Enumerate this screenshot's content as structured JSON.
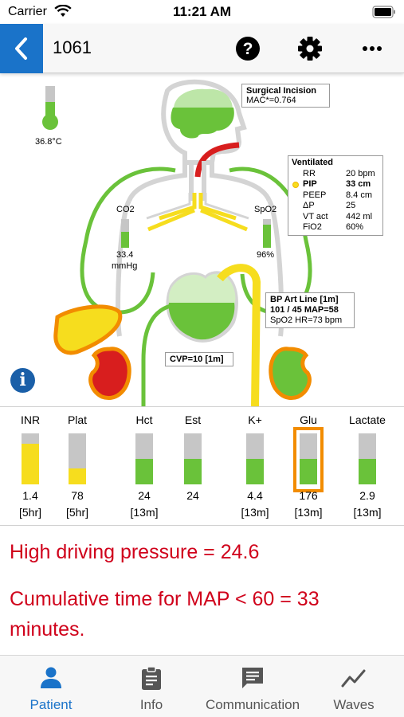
{
  "status_bar": {
    "carrier": "Carrier",
    "time": "11:21 AM"
  },
  "nav": {
    "title": "1061"
  },
  "icons": {
    "back": "chevron-left-icon",
    "help": "question-circle-icon",
    "settings": "gear-icon",
    "more": "more-horizontal-icon",
    "info": "info-icon",
    "patient": "person-icon",
    "info_tab": "clipboard-icon",
    "communication": "chat-icon",
    "waves": "wave-chart-icon"
  },
  "colors": {
    "accent": "#1a73c9",
    "alert": "#d0021b",
    "green": "#6ac23a",
    "yellow": "#f6dd1e",
    "red": "#d81e1e",
    "orange": "#f28c00",
    "gray": "#c6c6c6"
  },
  "vitals": {
    "temperature": "36.8°C",
    "surgical_incision": {
      "title": "Surgical Incision",
      "mac": "MAC*=0.764"
    },
    "ventilated": {
      "title": "Ventilated",
      "rows": [
        {
          "label": "RR",
          "value": "20 bpm"
        },
        {
          "label": "PIP",
          "value": "33 cm",
          "bold": true
        },
        {
          "label": "PEEP",
          "value": "8.4 cm"
        },
        {
          "label": "ΔP",
          "value": "25"
        },
        {
          "label": "VT act",
          "value": "442 ml"
        },
        {
          "label": "FiO2",
          "value": "60%"
        }
      ]
    },
    "co2": {
      "label": "CO2",
      "value": "33.4",
      "unit": "mmHg"
    },
    "spo2": {
      "label": "SpO2",
      "value": "96%"
    },
    "bp": {
      "title": "BP Art Line [1m]",
      "line": "101 / 45 MAP=58",
      "hr": "SpO2 HR=73 bpm"
    },
    "cvp": "CVP=10 [1m]"
  },
  "labs": [
    {
      "name": "INR",
      "value": "1.4",
      "time": "[5hr]",
      "fill": 0.8,
      "color": "#f6dd1e"
    },
    {
      "name": "Plat",
      "value": "78",
      "time": "[5hr]",
      "fill": 0.32,
      "color": "#f6dd1e"
    },
    {
      "name": "Hct",
      "value": "24",
      "time": "[13m]",
      "fill": 0.5,
      "color": "#6ac23a"
    },
    {
      "name": "Est",
      "value": "24",
      "time": "",
      "fill": 0.5,
      "color": "#6ac23a"
    },
    {
      "name": "K+",
      "value": "4.4",
      "time": "[13m]",
      "fill": 0.5,
      "color": "#6ac23a"
    },
    {
      "name": "Glu",
      "value": "176",
      "time": "[13m]",
      "fill": 0.5,
      "color": "#6ac23a",
      "highlight": true
    },
    {
      "name": "Lactate",
      "value": "2.9",
      "time": "[13m]",
      "fill": 0.5,
      "color": "#6ac23a"
    }
  ],
  "alerts": [
    "High driving pressure = 24.6",
    "Cumulative time for MAP < 60 = 33 minutes."
  ],
  "tabs": [
    {
      "label": "Patient",
      "active": true
    },
    {
      "label": "Info"
    },
    {
      "label": "Communication"
    },
    {
      "label": "Waves"
    }
  ]
}
